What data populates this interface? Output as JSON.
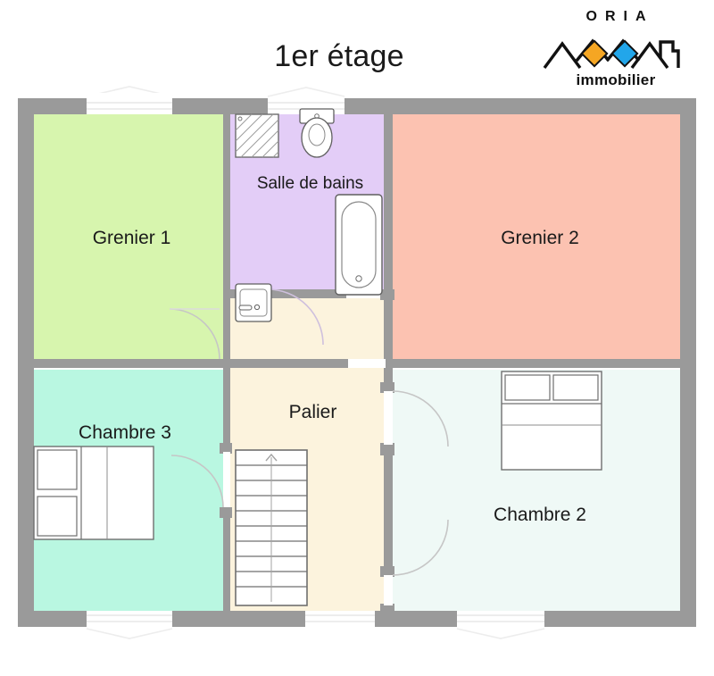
{
  "plan": {
    "title": "1er étage",
    "brand": {
      "name": "ORIA",
      "subtitle": "immobilier",
      "mark_icon": "mountain-diamond-logo",
      "accent_orange": "#f5a623",
      "accent_blue": "#22a6ea",
      "line_color": "#111111"
    },
    "colors": {
      "wall": "#9a9a9a",
      "wall_thin": "#8e8e8e",
      "opening": "#ffffff",
      "door_arc": "#b9b9b9",
      "fixture_stroke": "#5a5a5a",
      "fixture_fill": "#ffffff",
      "background": "#ffffff"
    },
    "rooms": [
      {
        "id": "grenier1",
        "label": "Grenier 1",
        "color": "#d7f5ae"
      },
      {
        "id": "sdb",
        "label": "Salle de bains",
        "color": "#e3cdf7"
      },
      {
        "id": "grenier2",
        "label": "Grenier 2",
        "color": "#fcc2b1"
      },
      {
        "id": "chambre3",
        "label": "Chambre 3",
        "color": "#b9f7e1"
      },
      {
        "id": "palier",
        "label": "Palier",
        "color": "#fcf3dd"
      },
      {
        "id": "chambre2",
        "label": "Chambre 2",
        "color": "#eff9f6"
      }
    ],
    "fixtures": [
      {
        "id": "shower",
        "room": "sdb",
        "icon": "shower-icon"
      },
      {
        "id": "toilet",
        "room": "sdb",
        "icon": "toilet-icon"
      },
      {
        "id": "sink",
        "room": "sdb",
        "icon": "sink-icon"
      },
      {
        "id": "bathtub",
        "room": "sdb",
        "icon": "bathtub-icon"
      },
      {
        "id": "bed3",
        "room": "chambre3",
        "icon": "bed-icon"
      },
      {
        "id": "bed2",
        "room": "chambre2",
        "icon": "bed-icon"
      },
      {
        "id": "staircase",
        "room": "palier",
        "icon": "staircase-icon",
        "steps": 10
      }
    ],
    "openings": {
      "windows": 5,
      "doors": 4
    }
  }
}
